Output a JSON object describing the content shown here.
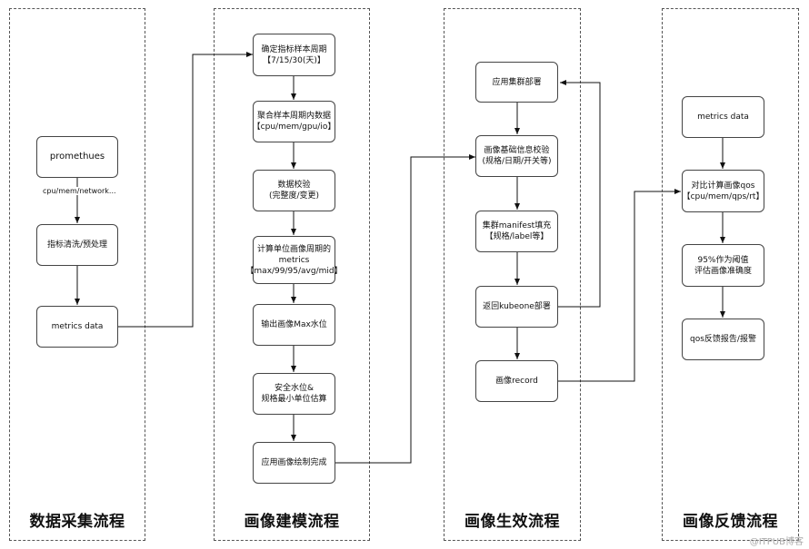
{
  "lanes": {
    "collect": "数据采集流程",
    "model": "画像建模流程",
    "effect": "画像生效流程",
    "feedback": "画像反馈流程"
  },
  "nodes": {
    "prometheus": "promethues",
    "cleaning": "指标清洗/预处理",
    "metrics_data_1": "metrics data",
    "period": "确定指标样本周期\n【7/15/30(天)】",
    "aggregate": "聚合样本周期内数据\n【cpu/mem/gpu/io】",
    "validate": "数据校验\n(完整度/变更)",
    "compute": "计算单位画像周期的\nmetrics\n【max/99/95/avg/mid】",
    "output_max": "输出画像Max水位",
    "safety": "安全水位&\n规格最小单位估算",
    "draw": "应用画像绘制完成",
    "deploy": "应用集群部署",
    "base_check": "画像基础信息校验\n(规格/日期/开关等)",
    "manifest": "集群manifest填充\n【规格/label等】",
    "kubeone": "返回kubeone部署",
    "record": "画像record",
    "metrics_data_2": "metrics data",
    "qos": "对比计算画像qos\n【cpu/mem/qps/rt】",
    "threshold": "95%作为阈值\n评估画像准确度",
    "report": "qos反馈报告/报警"
  },
  "edge_labels": {
    "prom_to_clean": "cpu/mem/network..."
  },
  "watermark": "@ITPUB博客"
}
